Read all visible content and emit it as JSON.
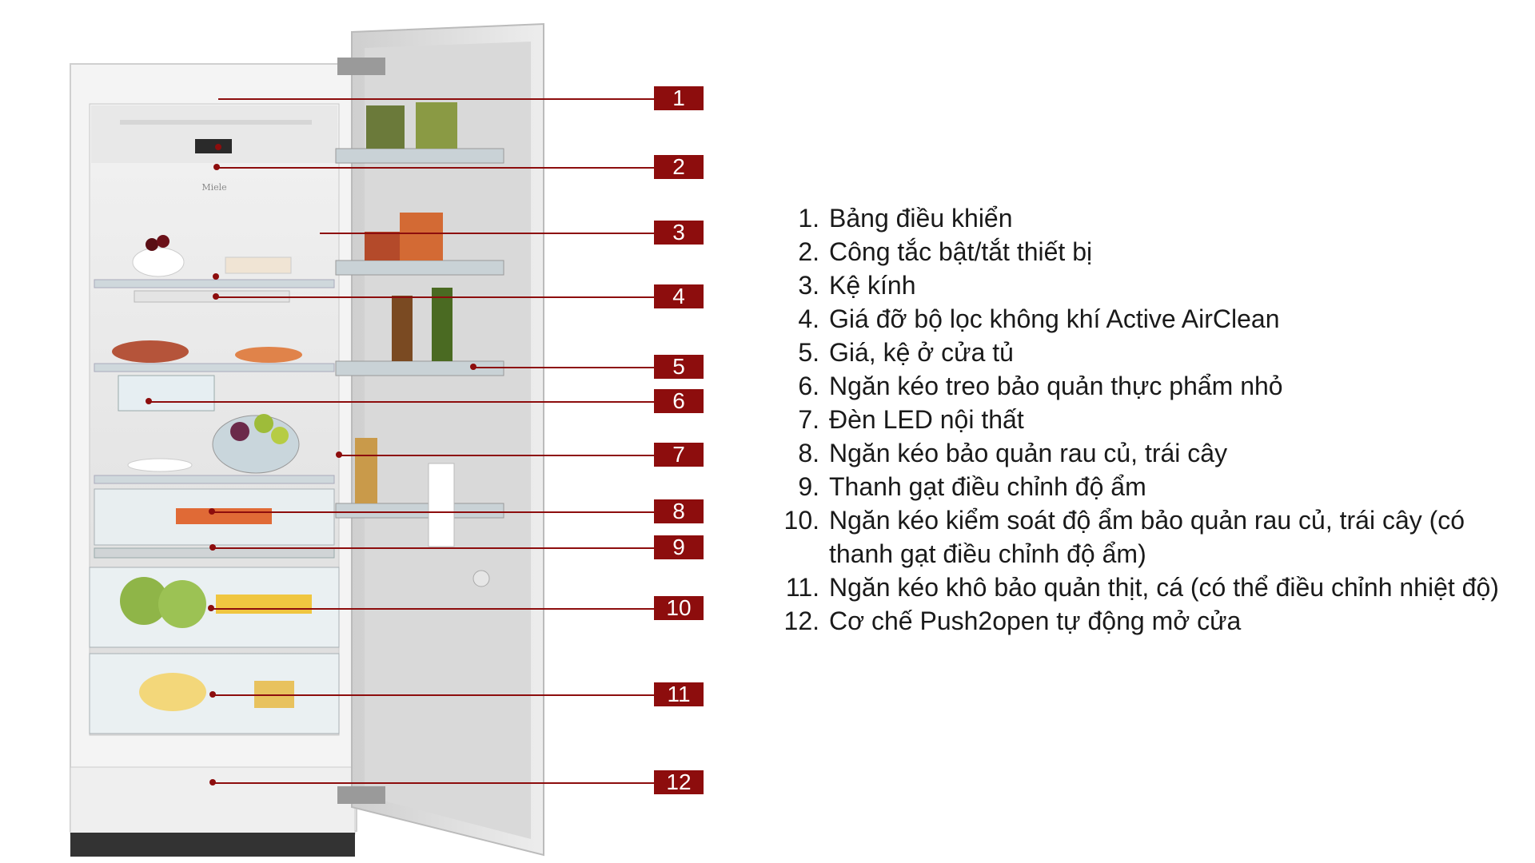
{
  "diagram": {
    "brand_label": "Miele",
    "accent_color": "#8d0d0d",
    "callouts": [
      "1",
      "2",
      "3",
      "4",
      "5",
      "6",
      "7",
      "8",
      "9",
      "10",
      "11",
      "12"
    ],
    "legend": [
      {
        "num": "1.",
        "text": "Bảng điều khiển"
      },
      {
        "num": "2.",
        "text": "Công tắc bật/tắt thiết bị"
      },
      {
        "num": "3.",
        "text": "Kệ kính"
      },
      {
        "num": "4.",
        "text": "Giá đỡ bộ lọc không khí Active AirClean"
      },
      {
        "num": "5.",
        "text": "Giá, kệ ở cửa tủ"
      },
      {
        "num": "6.",
        "text": "Ngăn kéo treo bảo quản thực phẩm nhỏ"
      },
      {
        "num": "7.",
        "text": "Đèn LED nội thất"
      },
      {
        "num": "8.",
        "text": "Ngăn kéo bảo quản rau củ, trái cây"
      },
      {
        "num": "9.",
        "text": "Thanh gạt điều chỉnh độ ẩm"
      },
      {
        "num": "10.",
        "text": "Ngăn kéo kiểm soát độ ẩm bảo quản rau củ, trái cây (có thanh gạt điều chỉnh độ ẩm)"
      },
      {
        "num": "11.",
        "text": "Ngăn kéo khô bảo quản thịt, cá (có thể điều chỉnh nhiệt độ)"
      },
      {
        "num": "12.",
        "text": "Cơ chế Push2open tự động mở cửa"
      }
    ]
  }
}
